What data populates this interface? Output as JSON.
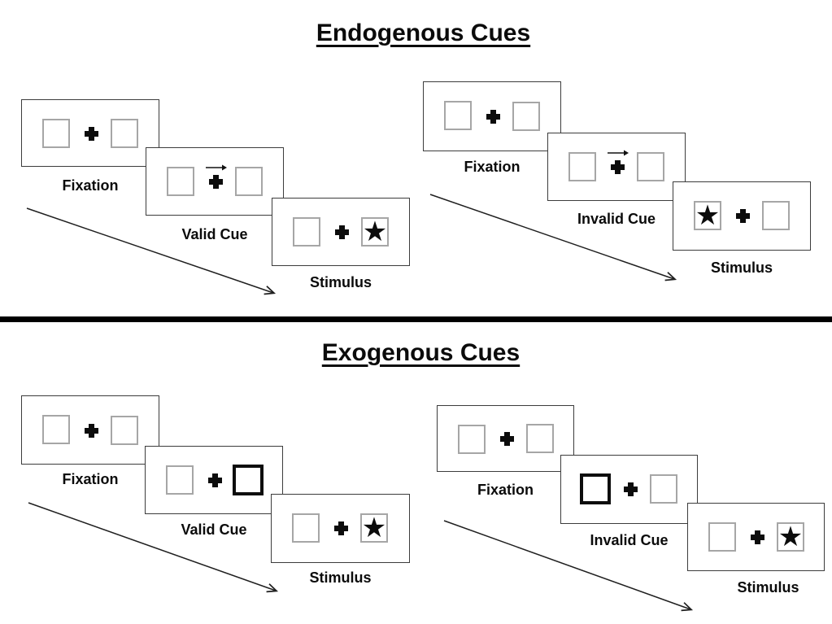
{
  "titles": {
    "endogenous": "Endogenous Cues",
    "exogenous": "Exogenous Cues"
  },
  "glyphs": {
    "star": "★",
    "fixation_cross": "+",
    "cue_arrow": "→"
  },
  "colors": {
    "ink": "#000000",
    "panel_border": "#3c3c3c",
    "box_border": "#a6a6a6",
    "background": "#ffffff"
  },
  "sequences": [
    {
      "name": "endogenous-valid",
      "cue_style": "arrow-right",
      "panels": [
        {
          "label": "Fixation",
          "left": "",
          "right": ""
        },
        {
          "label": "Valid Cue",
          "left": "",
          "right": ""
        },
        {
          "label": "Stimulus",
          "left": "",
          "right": "★"
        }
      ]
    },
    {
      "name": "endogenous-invalid",
      "cue_style": "arrow-right",
      "panels": [
        {
          "label": "Fixation",
          "left": "",
          "right": ""
        },
        {
          "label": "Invalid Cue",
          "left": "",
          "right": ""
        },
        {
          "label": "Stimulus",
          "left": "★",
          "right": ""
        }
      ]
    },
    {
      "name": "exogenous-valid",
      "cue_style": "thick-box-right",
      "panels": [
        {
          "label": "Fixation",
          "left": "",
          "right": ""
        },
        {
          "label": "Valid Cue",
          "left": "",
          "right": ""
        },
        {
          "label": "Stimulus",
          "left": "",
          "right": "★"
        }
      ]
    },
    {
      "name": "exogenous-invalid",
      "cue_style": "thick-box-left",
      "panels": [
        {
          "label": "Fixation",
          "left": "",
          "right": ""
        },
        {
          "label": "Invalid Cue",
          "left": "",
          "right": ""
        },
        {
          "label": "Stimulus",
          "left": "",
          "right": "★"
        }
      ]
    }
  ]
}
